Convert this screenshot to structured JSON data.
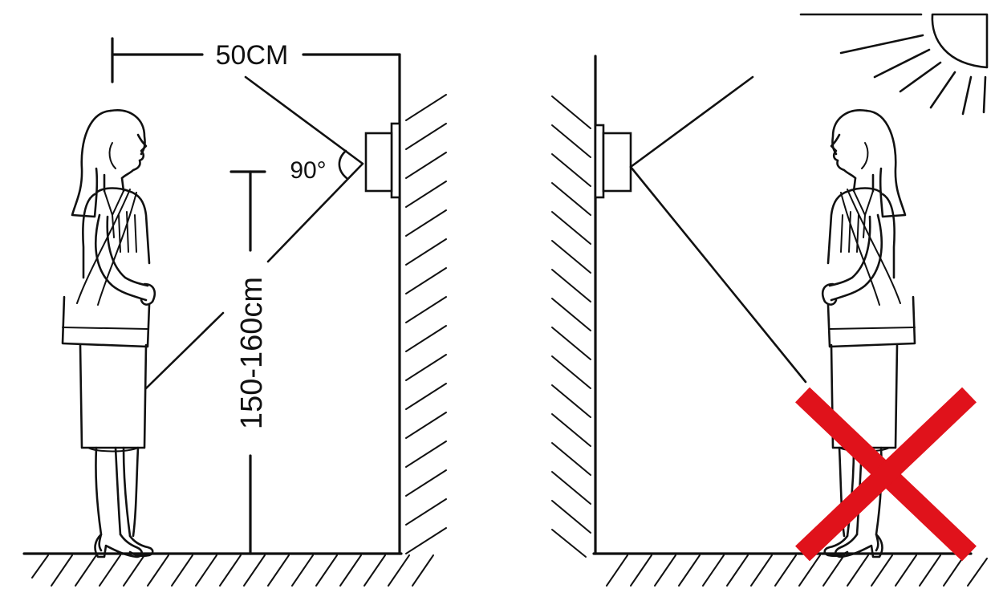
{
  "correct_panel": {
    "distance_label": "50CM",
    "angle_label": "90°",
    "height_label": "150-160cm"
  },
  "wrong_panel": {
    "mark": "wrong-placement-cross"
  },
  "colors": {
    "line": "#111111",
    "cross": "#e0121b",
    "background": "#ffffff"
  },
  "icons": [
    "sun-icon",
    "camera-unit-icon",
    "woman-figure-icon",
    "wall-hatch",
    "floor-hatch",
    "red-cross-icon"
  ]
}
